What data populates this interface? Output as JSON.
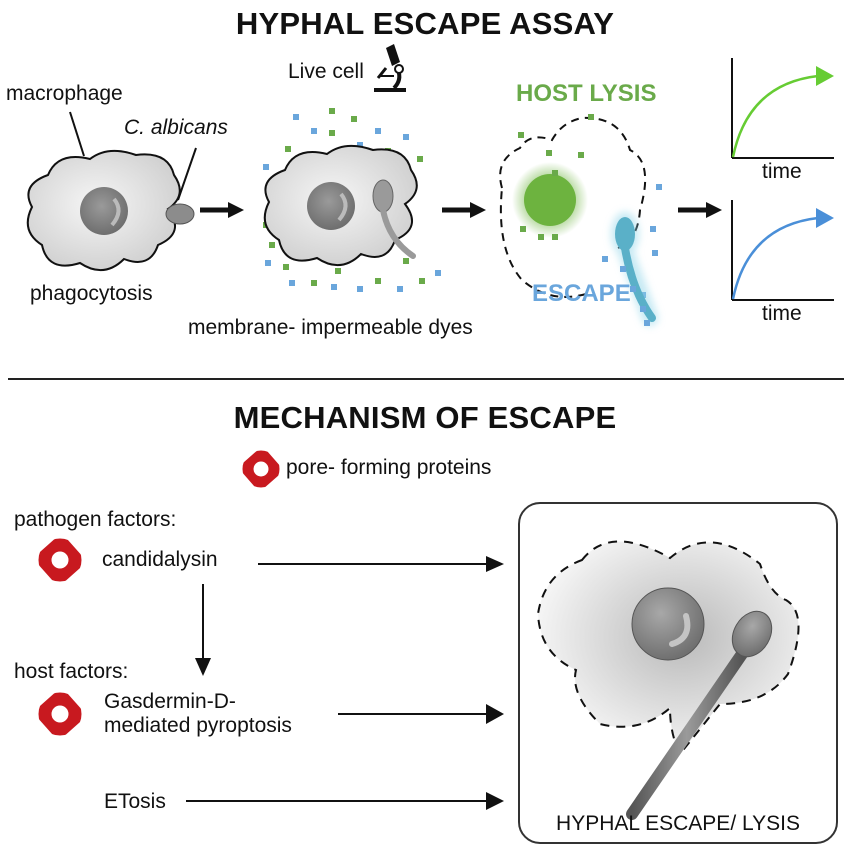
{
  "assay": {
    "title": "HYPHAL ESCAPE ASSAY",
    "live_cell_label": "Live cell",
    "macrophage_label": "macrophage",
    "pathogen_label": "C. albicans",
    "phagocytosis_label": "phagocytosis",
    "dyes_label": "membrane- impermeable dyes",
    "host_lysis_label": "HOST LYSIS",
    "escape_label": "ESCAPE",
    "graphs": [
      {
        "xlabel": "time",
        "color": "#66cc33",
        "series": "host lysis"
      },
      {
        "xlabel": "time",
        "color": "#4a8fd8",
        "series": "escape"
      }
    ],
    "colors": {
      "green_dye": "#6aaa4a",
      "blue_dye": "#6aa6dc",
      "lysis_green": "#6db33f",
      "escape_cyan": "#5ab0c8"
    }
  },
  "mechanism": {
    "title": "MECHANISM OF ESCAPE",
    "legend_label": "pore- forming proteins",
    "pathogen_factors_label": "pathogen factors:",
    "candidalysin_label": "candidalysin",
    "host_factors_label": "host factors:",
    "gasdermin_line1": "Gasdermin-D-",
    "gasdermin_line2": "mediated pyroptosis",
    "etosis_label": "ETosis",
    "outcome_label": "HYPHAL ESCAPE/ LYSIS",
    "pore_icon_color": "#c8191f"
  }
}
